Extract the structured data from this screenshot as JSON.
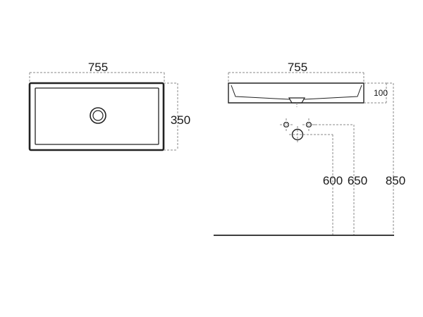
{
  "top_view": {
    "width_label": "755",
    "depth_label": "350"
  },
  "side_view": {
    "width_label": "755",
    "height_label": "100"
  },
  "heights": {
    "h1_label": "600",
    "h2_label": "650",
    "h3_label": "850"
  }
}
